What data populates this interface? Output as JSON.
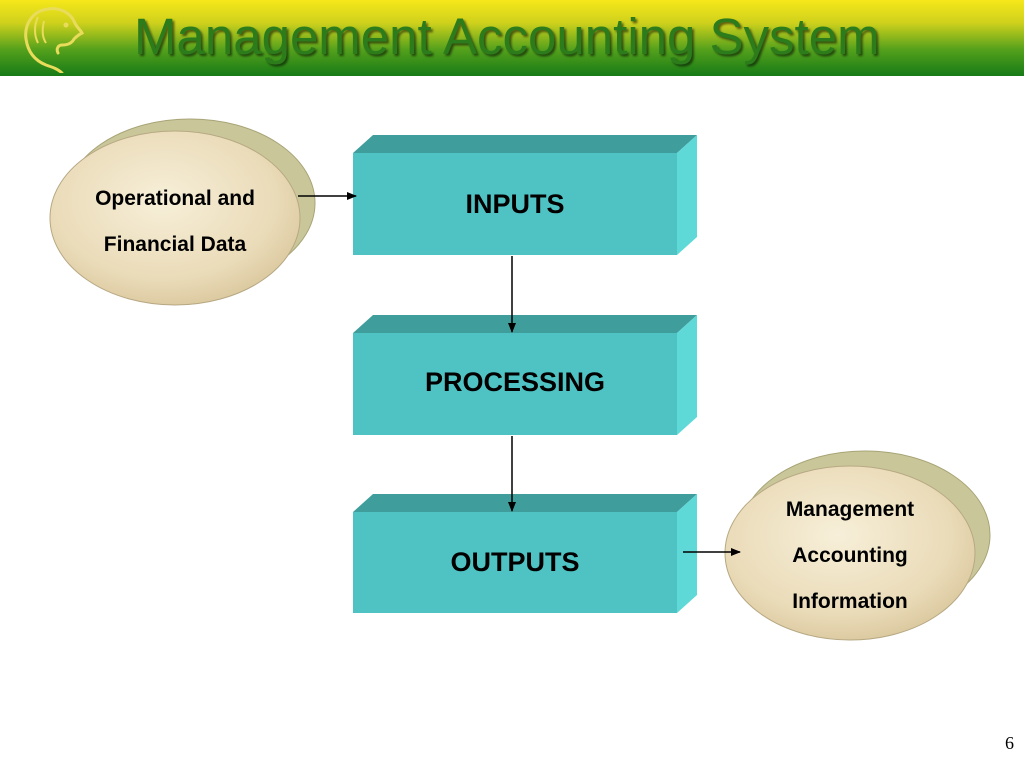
{
  "slide": {
    "title": "Management Accounting System",
    "page_number": "6"
  },
  "diagram": {
    "input_oval": {
      "line1": "Operational and",
      "line2": "Financial Data"
    },
    "boxes": {
      "inputs": "INPUTS",
      "processing": "PROCESSING",
      "outputs": "OUTPUTS"
    },
    "output_oval": {
      "line1": "Management",
      "line2": "Accounting",
      "line3": "Information"
    }
  },
  "colors": {
    "box_front": "#4fc3c3",
    "box_top": "#3f9e9c",
    "box_side": "#5fd8d8",
    "oval_fill": "#efe2c4",
    "title_text": "#2c7c1c"
  },
  "icons": {
    "logo": "lion-head-icon"
  }
}
